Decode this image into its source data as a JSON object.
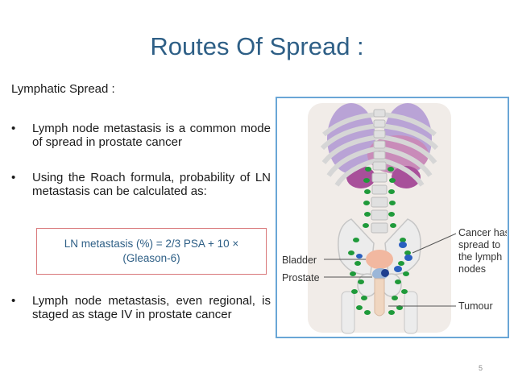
{
  "slide": {
    "title": "Routes Of Spread :",
    "subheading": "Lymphatic Spread :",
    "bullets": [
      "Lymph node metastasis is a common mode of spread in prostate cancer",
      "Using the Roach formula, probability of LN metastasis can be calculated as:",
      "Lymph node metastasis, even regional, is staged as stage IV in prostate cancer"
    ],
    "bullet_symbol": "•",
    "formula": {
      "line1": "LN metastasis (%) = 2/3 PSA + 10 ×",
      "line2": "(Gleason-6)"
    },
    "page_number": "5"
  },
  "figure": {
    "labels": {
      "bladder": "Bladder",
      "prostate": "Prostate",
      "cancer_line1": "Cancer has",
      "cancer_line2": "spread to",
      "cancer_line3": "the lymph",
      "cancer_line4": "nodes",
      "tumour": "Tumour"
    }
  },
  "colors": {
    "title": "#2e5f86",
    "formula_border": "#d9787a",
    "figure_border": "#6aa6d6",
    "lymph_node_green": "#1f9a3a",
    "cancer_node_blue": "#2a5fbf"
  }
}
